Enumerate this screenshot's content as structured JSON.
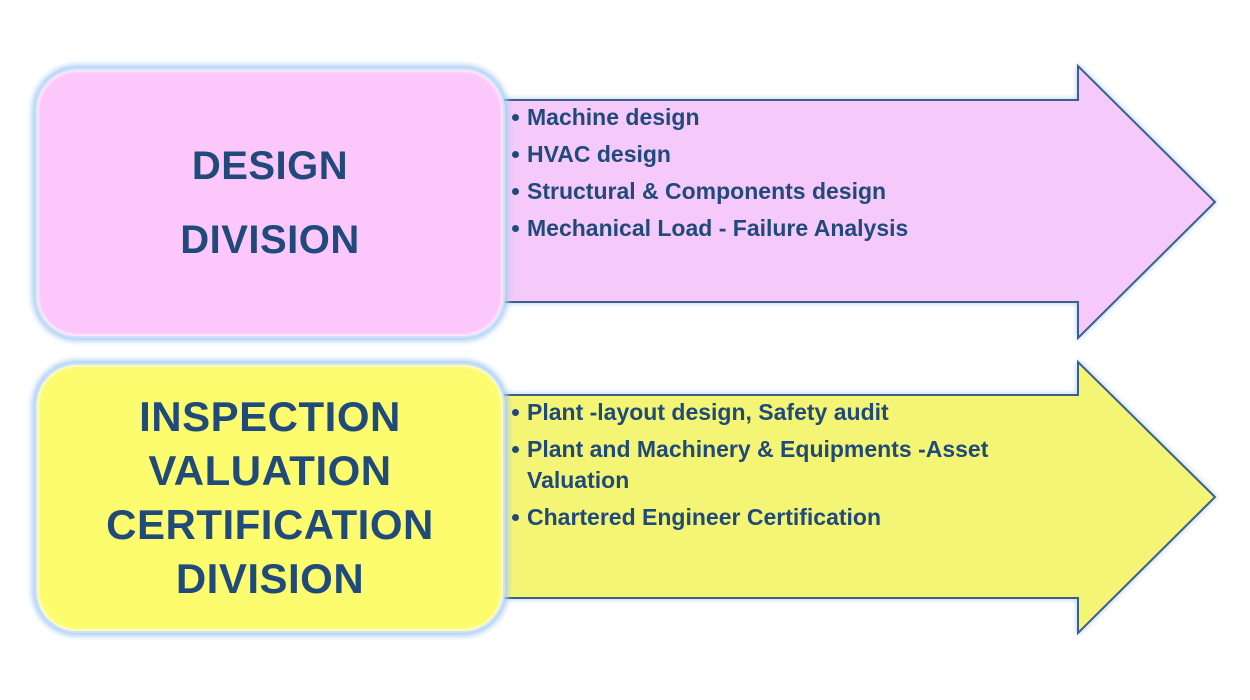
{
  "colors": {
    "design_fill": "#fcc8fc",
    "design_arrow_fill": "#f5c9f9",
    "inspection_fill": "#fdfc6e",
    "inspection_arrow_fill": "#f5f575",
    "text": "#1f4a7a",
    "arrow_stroke": "#3c6089",
    "glow": "#a9cdf5"
  },
  "divisions": [
    {
      "title_lines": [
        "DESIGN",
        "DIVISION"
      ],
      "items": [
        "Machine design",
        "HVAC design",
        "Structural & Components design",
        "Mechanical Load - Failure Analysis"
      ]
    },
    {
      "title_lines": [
        "INSPECTION",
        "VALUATION",
        "CERTIFICATION",
        "DIVISION"
      ],
      "items": [
        "Plant -layout design,  Safety audit",
        "Plant and Machinery & Equipments -Asset Valuation",
        "Chartered Engineer Certification"
      ],
      "item_wrapped": {
        "line1": "Plant and Machinery & Equipments -Asset",
        "line2": "Valuation"
      }
    }
  ]
}
